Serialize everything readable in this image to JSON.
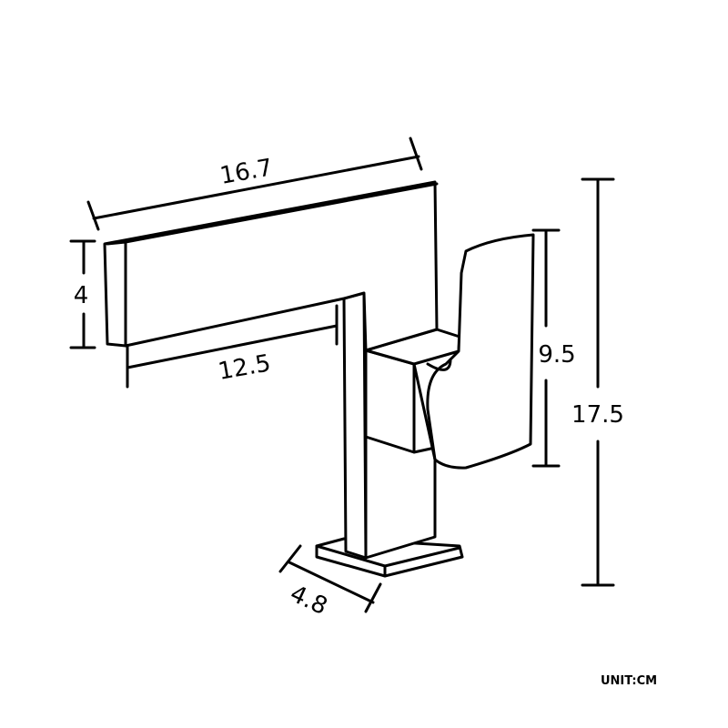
{
  "dimensions": {
    "spout_length": "16.7",
    "spout_height": "4",
    "spout_reach": "12.5",
    "handle_height": "9.5",
    "total_height": "17.5",
    "base_depth": "4.8"
  },
  "unit_label": "UNIT:CM"
}
